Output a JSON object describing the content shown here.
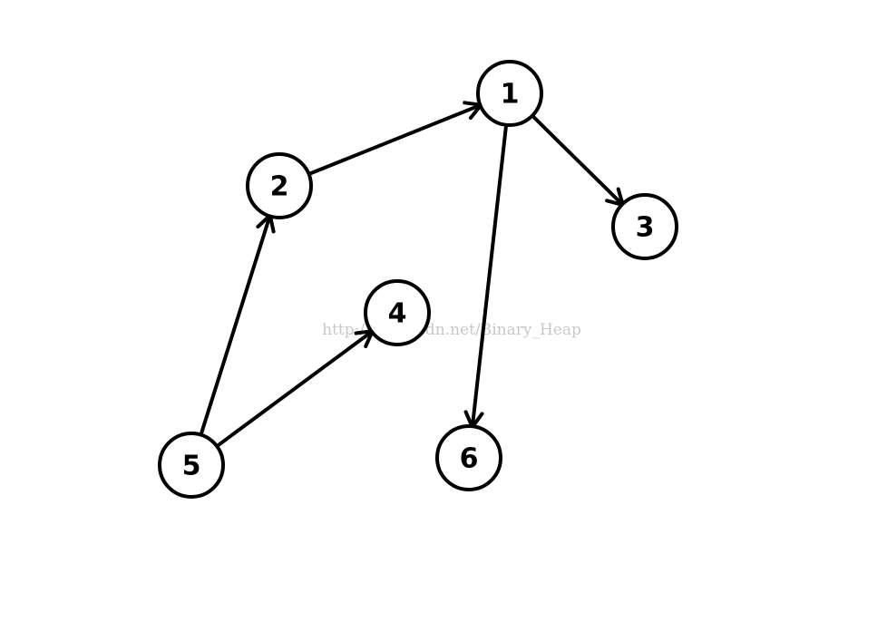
{
  "diagram": {
    "nodes": [
      {
        "id": "1",
        "label": "1"
      },
      {
        "id": "2",
        "label": "2"
      },
      {
        "id": "3",
        "label": "3"
      },
      {
        "id": "4",
        "label": "4"
      },
      {
        "id": "5",
        "label": "5"
      },
      {
        "id": "6",
        "label": "6"
      }
    ],
    "edges": [
      {
        "from": "2",
        "to": "1"
      },
      {
        "from": "1",
        "to": "3"
      },
      {
        "from": "1",
        "to": "6"
      },
      {
        "from": "5",
        "to": "2"
      },
      {
        "from": "5",
        "to": "4"
      }
    ],
    "colors": {
      "stroke": "#000000",
      "background": "#ffffff",
      "watermark": "#c8c8c8"
    }
  },
  "watermark": "http://blog.csdn.net/Binary_Heap"
}
